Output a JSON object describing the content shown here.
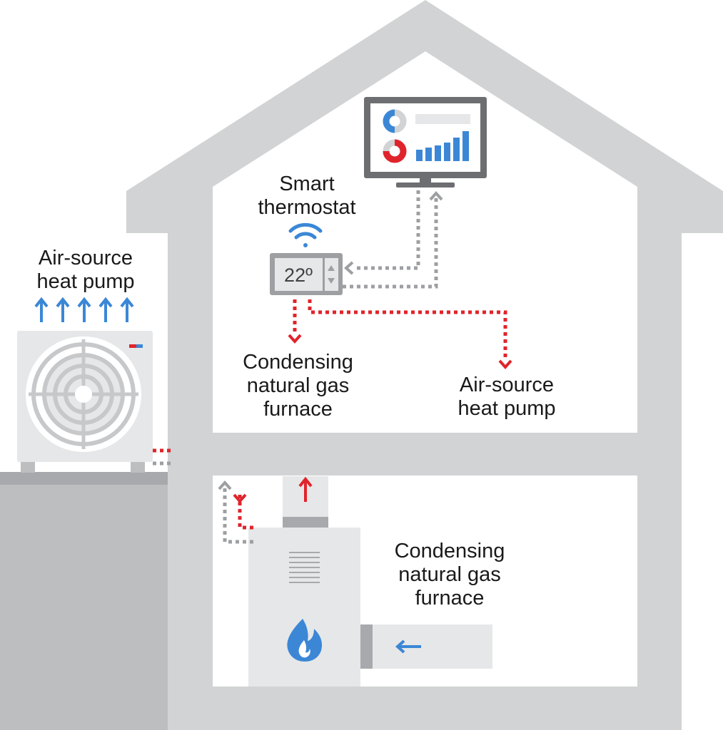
{
  "labels": {
    "outdoor_heat_pump": [
      "Air-source",
      "heat pump"
    ],
    "thermostat": [
      "Smart",
      "thermostat"
    ],
    "thermostat_to_furnace": [
      "Condensing",
      "natural gas",
      "furnace"
    ],
    "thermostat_to_heat_pump": [
      "Air-source",
      "heat pump"
    ],
    "basement_furnace": [
      "Condensing",
      "natural gas",
      "furnace"
    ]
  },
  "thermostat_display": "22º",
  "colors": {
    "house_wall": "#d1d3d4",
    "ground": "#bcbec0",
    "control_signal": "#e0242b",
    "data_signal": "#9d9fa2",
    "heat_flow": "#3b87d6",
    "label_text": "#1a1a1a"
  },
  "icons": [
    "wifi-icon",
    "flame-icon",
    "fan-icon",
    "monitor-icon",
    "arrow-up-icon",
    "arrow-left-icon"
  ]
}
